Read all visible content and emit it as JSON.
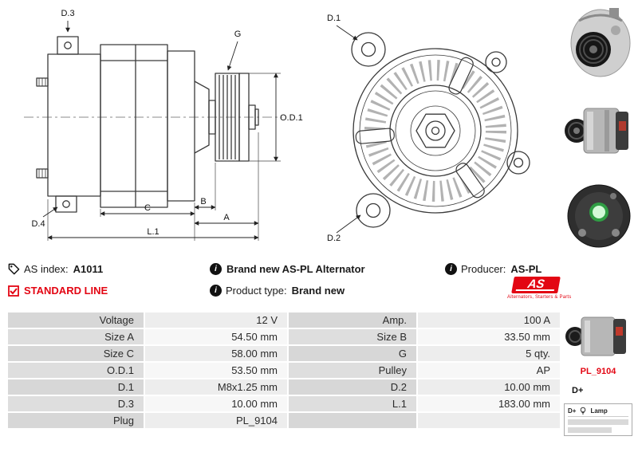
{
  "product": {
    "as_index_label": "AS index:",
    "as_index_value": "A1011",
    "line_label": "STANDARD LINE",
    "description": "Brand new AS-PL Alternator",
    "product_type_label": "Product type:",
    "product_type_value": "Brand new",
    "producer_label": "Producer:",
    "producer_value": "AS-PL"
  },
  "logo": {
    "text": "AS",
    "tagline": "Alternators, Starters & Parts"
  },
  "diagrams": {
    "side_view": {
      "labels": {
        "d3": "D.3",
        "g": "G",
        "od1": "O.D.1",
        "d4": "D.4",
        "c": "C",
        "b": "B",
        "a": "A",
        "l1": "L.1"
      }
    },
    "front_view": {
      "labels": {
        "d1": "D.1",
        "d2": "D.2"
      }
    }
  },
  "plug_panel": {
    "code": "PL_9104",
    "terminal": "D+",
    "legend_terminal": "D+",
    "legend_lamp": "Lamp"
  },
  "spec": {
    "rows": [
      {
        "label1": "Voltage",
        "value1": "12 V",
        "label2": "Amp.",
        "value2": "100 A"
      },
      {
        "label1": "Size A",
        "value1": "54.50 mm",
        "label2": "Size B",
        "value2": "33.50 mm"
      },
      {
        "label1": "Size C",
        "value1": "58.00 mm",
        "label2": "G",
        "value2": "5 qty."
      },
      {
        "label1": "O.D.1",
        "value1": "53.50 mm",
        "label2": "Pulley",
        "value2": "AP"
      },
      {
        "label1": "D.1",
        "value1": "M8x1.25 mm",
        "label2": "D.2",
        "value2": "10.00 mm"
      },
      {
        "label1": "D.3",
        "value1": "10.00 mm",
        "label2": "L.1",
        "value2": "183.00 mm"
      },
      {
        "label1": "Plug",
        "value1": "PL_9104",
        "label2": "",
        "value2": ""
      }
    ]
  },
  "colors": {
    "accent_red": "#e30613",
    "label_cell": "#d7d7d7",
    "value_cell": "#ededed"
  }
}
